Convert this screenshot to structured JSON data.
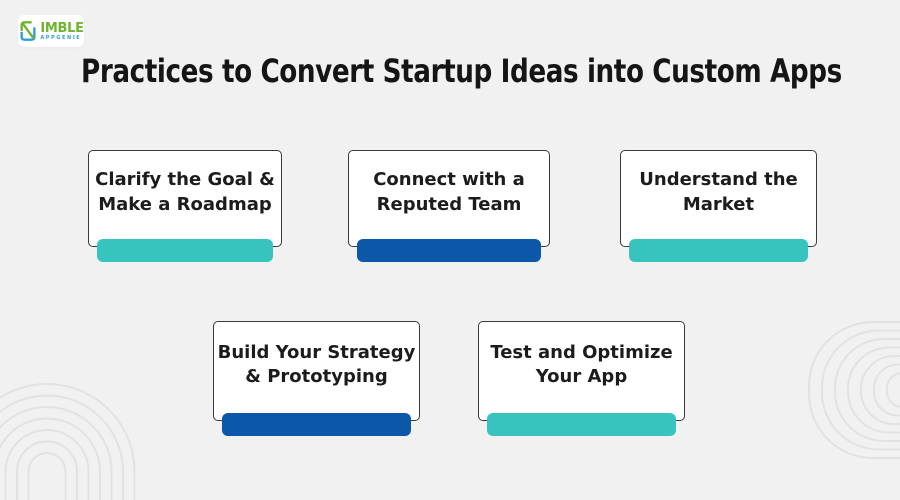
{
  "logo": {
    "name": "IMBLE",
    "subname": "APPGENIE",
    "icon": "nimble-n-phone-icon",
    "green": "#6FB32E",
    "blue": "#2D9FD8"
  },
  "title": "Practices to Convert Startup Ideas into Custom Apps",
  "colors": {
    "background": "#F0F1F0",
    "teal": "#38C4BE",
    "blue": "#0D57A9",
    "card_border": "#3A3A3A",
    "decoration": "#E2E2E2",
    "title_text": "#151515",
    "card_text": "#1C1C1C"
  },
  "cards": [
    {
      "label": "Clarify the Goal &\nMake a Roadmap",
      "accent": "teal"
    },
    {
      "label": "Connect with a\nReputed Team",
      "accent": "blue"
    },
    {
      "label": "Understand the\nMarket",
      "accent": "teal"
    },
    {
      "label": "Build Your Strategy\n& Prototyping",
      "accent": "blue"
    },
    {
      "label": "Test and Optimize\nYour App",
      "accent": "teal"
    }
  ],
  "decorations": [
    "concentric-arches-bottom-left",
    "concentric-rings-right"
  ]
}
